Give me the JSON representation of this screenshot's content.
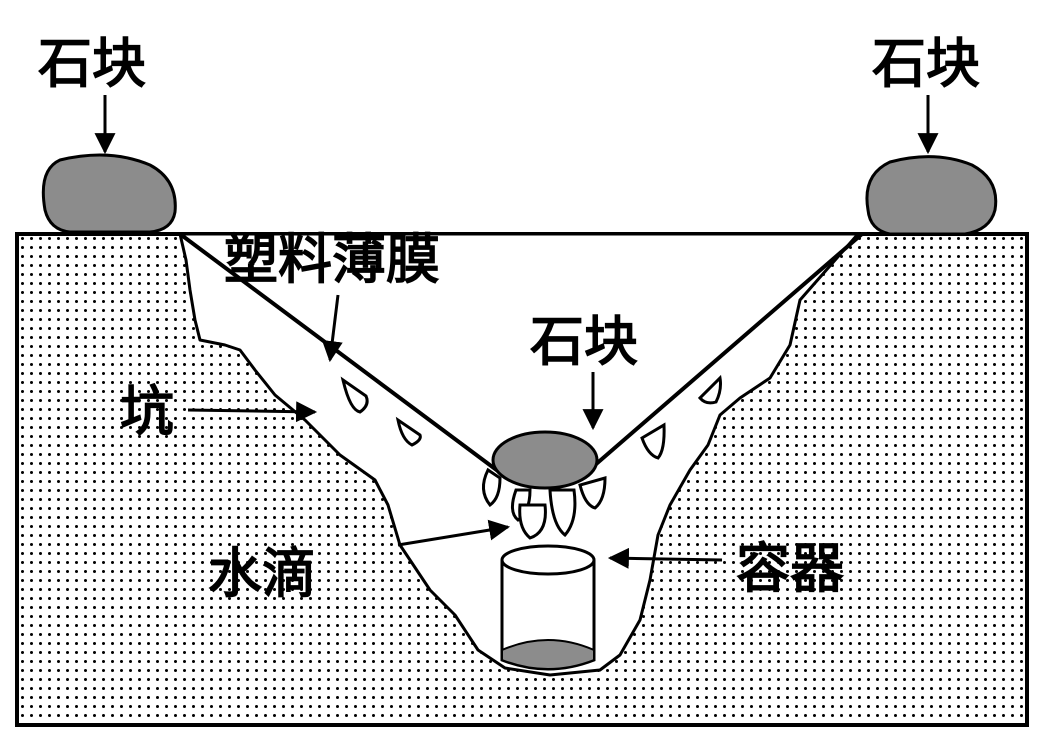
{
  "labels": {
    "stone_top_left": "石块",
    "stone_top_right": "石块",
    "stone_center": "石块",
    "plastic_film": "塑料薄膜",
    "pit": "坑",
    "water_drops": "水滴",
    "container": "容器"
  },
  "colors": {
    "stone": "#8c8c8c",
    "outline": "#000000",
    "soil_dot": "#000000",
    "water": "#8c8c8c",
    "background": "#ffffff"
  }
}
